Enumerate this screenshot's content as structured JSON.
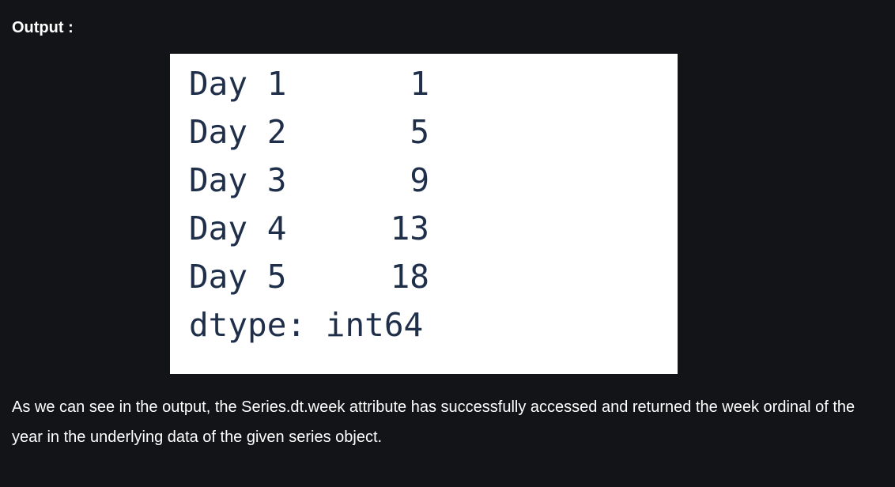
{
  "heading": "Output :",
  "output": {
    "rows": [
      {
        "index": "Day 1",
        "value": "1"
      },
      {
        "index": "Day 2",
        "value": "5"
      },
      {
        "index": "Day 3",
        "value": "9"
      },
      {
        "index": "Day 4",
        "value": "13"
      },
      {
        "index": "Day 5",
        "value": "18"
      }
    ],
    "dtype": "dtype: int64"
  },
  "paragraph": "As we can see in the output, the Series.dt.week attribute has successfully accessed and returned the week ordinal of the year in the underlying data of the given series object."
}
